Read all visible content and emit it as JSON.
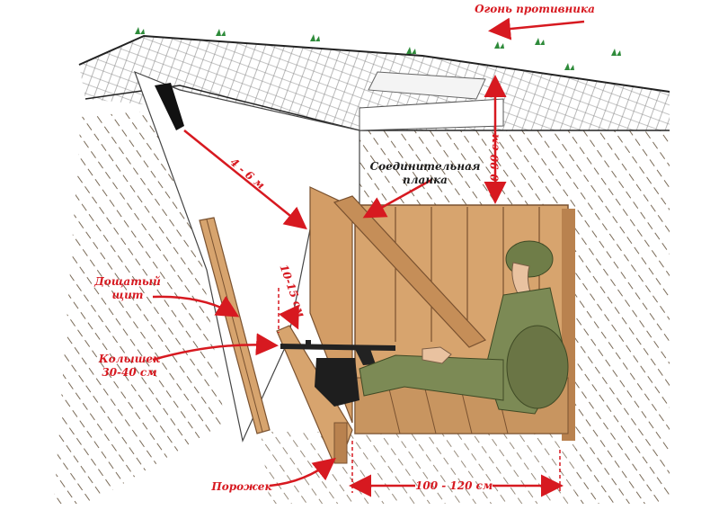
{
  "labels": {
    "enemy_fire": "Огонь противника",
    "connecting_plank": [
      "Соединительная",
      "планка"
    ],
    "board_shield": [
      "Дощатый",
      "щит"
    ],
    "stake": [
      "Колышек",
      "30-40 см"
    ],
    "threshold": "Порожек",
    "depth_overhead": "80-90 см",
    "distance": "4 - 6 м",
    "gap": "10-15 см",
    "width": "100 - 120 см"
  },
  "colors": {
    "accent_red": "#d71920",
    "wood_light": "#d7a46e",
    "wood_dark": "#b9824f",
    "soil_hatch": "#6b5a45",
    "camo": "#7c8a55",
    "grass": "#2e8b3a"
  }
}
